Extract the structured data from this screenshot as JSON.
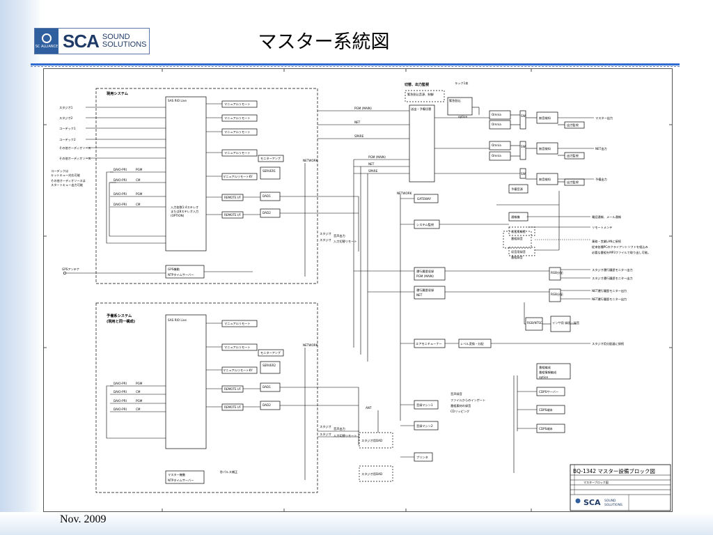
{
  "slide": {
    "title": "マスター系統図",
    "footer_date": "Nov. 2009",
    "accent_color": "#2f6bd1",
    "logo": {
      "brand": "SCA",
      "line1": "SOUND",
      "line2": "SOLUTIONS",
      "emblem_text": "SC ALLIANCE",
      "icon": "sca-logo-icon"
    }
  },
  "diagram": {
    "title_block": {
      "drawing_no": "BQ-1342 マスター設備ブロック図",
      "drawing_name": "マスターブロック図",
      "brand": "SCA",
      "brand_sub1": "SOUND",
      "brand_sub2": "SOLUTIONS"
    },
    "group_labels": {
      "main": "現用システム",
      "backup_line1": "予備系システム",
      "backup_line2": "(現用と同一構成)",
      "switch_section": "切替、出力監視",
      "rack": "ラック1本"
    },
    "texts": {
      "studio1": "スタジオ1",
      "studio2": "スタジオ2",
      "corder1": "コーデック1",
      "corder2": "コーデック2",
      "other1": "その他オーディオソース",
      "other2": "その他オーディオソース",
      "note_a": "コーデックは",
      "note_b": "キットキュー対応可能",
      "note_c": "その他オーディオソースは",
      "note_d": "スタートキュー出力可能",
      "sas_main": "SAS RIO Live",
      "sas_backup": "SAS RIO Live",
      "manual_remote": "マニュアルリモート",
      "manual_remote_key": "マニュアルリモートKY",
      "monitor_amp": "モニターアンプ",
      "server1": "SERVER1",
      "server2": "SERVER2",
      "remote_if": "REMOTE I/F",
      "dad1": "DAD1",
      "dad2": "DAD2",
      "daio_main": "DAIO-PRI",
      "pgm": "PGM",
      "cm": "CM",
      "stereo_a": "入力各数1:4ステレオ",
      "stereo_b": "または8ステレオ入力",
      "stereo_c": "(OPTION)",
      "gps_antenna": "GPSアンテナ",
      "gps_sync": "GPS機動",
      "ntp_server": "NTPタイムサーバー",
      "master_sync": "マスター機動",
      "ntp_server2": "NTPタイムサーバー",
      "pulse_fix": "秒パルス補正",
      "network1": "NETWORK",
      "network2": "NETWORK",
      "network3": "NETWORK",
      "studio_out": "スタジオ",
      "audio_out": "音声出力",
      "remote_in": "入力切替リモート",
      "pgm_main": "PGM (MAIN)",
      "net": "NET",
      "spare": "SPARE",
      "router": "送出・予備切替",
      "emergency": "緊急割込音源、制御",
      "emergency_src": "緊急割込",
      "sw": "SW",
      "omnia": "Omnia",
      "option": "option",
      "monitor_proc": "無音検知",
      "output_mon": "出力監視",
      "master_out": "マスター出力",
      "net_out": "NET出力",
      "spare_out": "予備出力",
      "spare_src": "予備音源",
      "gateway": "GATEWAY",
      "sys_mon": "システム監視",
      "mail_notice": "通報機",
      "mail_text": "電話通報、メール通報",
      "remote_maint": "リモートメンテ",
      "logger": "収音用録音",
      "logger_ext": "番組録音",
      "pc_note1": "事務・営業LANに接続",
      "pc_note2": "従来各種PCのクライアントソフトを組込み",
      "pc_note3": "必要な番組をMP3ファイルで取り出し可能。",
      "ops_main": "運行履歴収録",
      "ops_net": "運行履歴収録",
      "rgb_split": "RGB分配",
      "rgb_split2": "RGB分配",
      "studio_mon1": "スタジオ運行履歴モニター出力",
      "studio_mon2": "スタジオ運行履歴モニター出力",
      "net_mon1": "NET運行履歴モニター出力",
      "net_mon2": "NET運行履歴モニター出力",
      "rgb_ntsc": "RGB/NTSC",
      "insert": "インサ用 録画・録音",
      "air_monitor": "エアモニチューナー",
      "level_conv": "レベル変換・分配",
      "studio_dist": "スタジオ用分配器に接続",
      "program_rec": "番組収録",
      "ant": "ANT",
      "record1": "音録マシン1",
      "record2": "音録マシン2",
      "voice_rec": "音声録音",
      "file_import": "ファイルからのインポート",
      "program_note": "番組素材の録音",
      "cd_ripping": "CDリッピング",
      "printer": "プリンタ",
      "studio_dad": "スタジオ用DAD",
      "studio_dad2": "スタジオ用DAD",
      "cdps_server": "CDPSサーバー",
      "cdps_a": "CDPS端末",
      "cdps_b": "CDPS端末",
      "program_box1": "番組編成",
      "program_box2": "番組情報編成",
      "option2": "option"
    }
  }
}
